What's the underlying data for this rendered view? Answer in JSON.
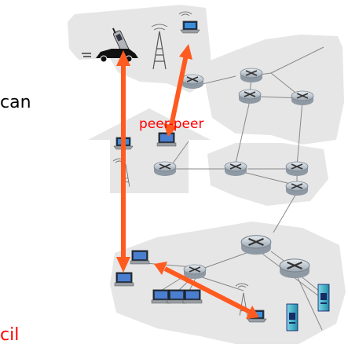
{
  "texts": {
    "fragment_can": "can",
    "peer_label": "peer-peer",
    "fragment_cil": "cil"
  },
  "colors": {
    "accent_red": "#ff0000",
    "arrow_orange": "#ff5a1f",
    "cloud_gray": "#e6e6e6",
    "router_fill": "#bfc7cf",
    "server_cyan": "#2fb0c8"
  },
  "icons": [
    "cellphone-icon",
    "car-icon",
    "cell-tower-icon",
    "laptop-icon",
    "router-icon",
    "desktop-icon",
    "house-icon",
    "server-icon",
    "wifi-icon"
  ]
}
